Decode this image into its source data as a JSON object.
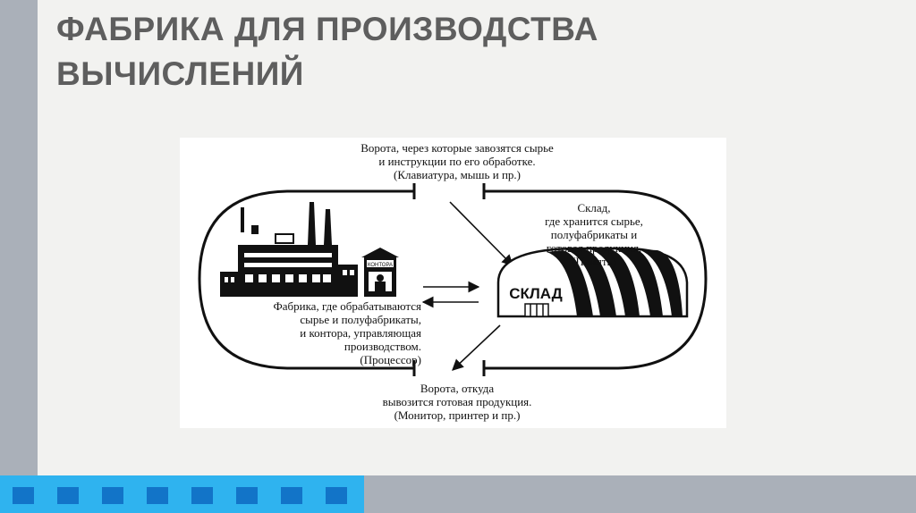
{
  "slide": {
    "title_line1": "ФАБРИКА ДЛЯ ПРОИЗВОДСТВА",
    "title_line2": "ВЫЧИСЛЕНИЙ"
  },
  "diagram": {
    "top_gate": {
      "line1": "Ворота, через которые завозятся сырье",
      "line2": "и инструкции по его обработке.",
      "line3": "(Клавиатура, мышь и пр.)"
    },
    "warehouse": {
      "line1": "Склад,",
      "line2": "где хранится сырье,",
      "line3": "полуфабрикаты и",
      "line4": "готовая продукция.",
      "line5": "(Память)",
      "sign": "СКЛАД"
    },
    "factory": {
      "line1": "Фабрика, где обрабатываются",
      "line2": "сырье и полуфабрикаты,",
      "line3": "и контора, управляющая",
      "line4": "производством.",
      "line5": "(Процессор)",
      "office_sign": "КОНТОРА"
    },
    "bottom_gate": {
      "line1": "Ворота, откуда",
      "line2": "вывозится готовая продукция.",
      "line3": "(Монитор, принтер и пр.)"
    }
  },
  "colors": {
    "side_bar": "#aab0b9",
    "accent_bar": "#2fb3ef",
    "accent_squares": "#1274c8",
    "title": "#5e5e5e"
  }
}
